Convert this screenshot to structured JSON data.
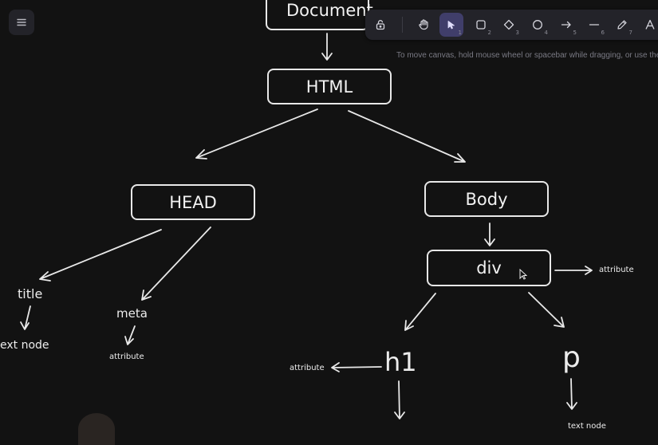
{
  "app": {
    "menu_icon": "hamburger-icon",
    "toolbar": {
      "tools": [
        {
          "name": "lock",
          "icon": "lock-icon",
          "key": ""
        },
        {
          "name": "hand",
          "icon": "hand-icon",
          "key": ""
        },
        {
          "name": "selection",
          "icon": "pointer-icon",
          "key": "1",
          "active": true
        },
        {
          "name": "rectangle",
          "icon": "square-icon",
          "key": "2"
        },
        {
          "name": "diamond",
          "icon": "diamond-icon",
          "key": "3"
        },
        {
          "name": "ellipse",
          "icon": "circle-icon",
          "key": "4"
        },
        {
          "name": "arrow",
          "icon": "arrow-icon",
          "key": "5"
        },
        {
          "name": "line",
          "icon": "line-icon",
          "key": "6"
        },
        {
          "name": "draw",
          "icon": "pencil-icon",
          "key": "7"
        },
        {
          "name": "text",
          "icon": "text-icon",
          "key": ""
        }
      ]
    },
    "hint": "To move canvas, hold mouse wheel or spacebar while dragging, or use the"
  },
  "diagram": {
    "nodes": {
      "document": "Document",
      "html": "HTML",
      "head": "HEAD",
      "body": "Body",
      "div": "div"
    },
    "labels": {
      "title": "title",
      "text_node_left": "ext node",
      "meta": "meta",
      "meta_attribute": "attribute",
      "div_attribute": "attribute",
      "h1": "h1",
      "h1_attribute": "attribute",
      "p": "p",
      "p_text_node": "text node"
    }
  },
  "colors": {
    "canvas_bg": "#121212",
    "toolbar_bg": "#232329",
    "active_tool": "#403e6a",
    "stroke": "#e8e8e8"
  }
}
